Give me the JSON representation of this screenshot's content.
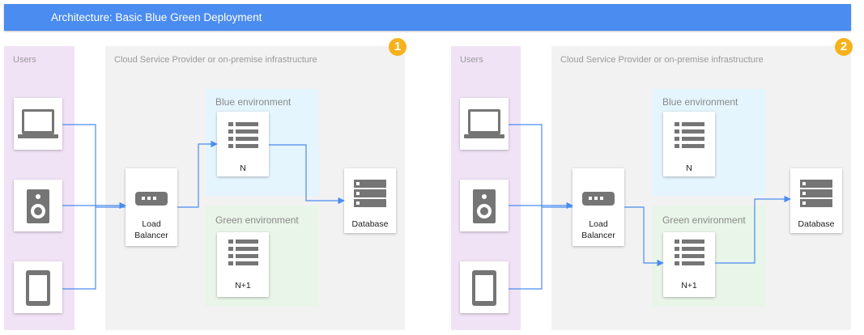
{
  "title": "Architecture: Basic Blue Green Deployment",
  "panels": [
    {
      "badge": "1",
      "users_label": "Users",
      "cloud_label": "Cloud Service Provider or on-premise infrastructure",
      "blue_env_label": "Blue environment",
      "green_env_label": "Green environment",
      "load_balancer_label": "Load Balancer",
      "blue_server_label": "N",
      "green_server_label": "N+1",
      "database_label": "Database",
      "active_environment": "blue"
    },
    {
      "badge": "2",
      "users_label": "Users",
      "cloud_label": "Cloud Service Provider or on-premise infrastructure",
      "blue_env_label": "Blue environment",
      "green_env_label": "Green environment",
      "load_balancer_label": "Load Balancer",
      "blue_server_label": "N",
      "green_server_label": "N+1",
      "database_label": "Database",
      "active_environment": "green"
    }
  ],
  "colors": {
    "title_bar": "#4a8cf0",
    "users_zone": "#f1e3f6",
    "cloud_zone": "#f2f2f2",
    "blue_zone": "#e4f5fd",
    "green_zone": "#e8f5e8",
    "badge": "#f6b11c",
    "connector": "#4a8cf0",
    "icon": "#757575"
  },
  "icons": [
    "laptop-icon",
    "speaker-icon",
    "tablet-icon",
    "load-balancer-icon",
    "server-list-icon",
    "database-icon"
  ]
}
